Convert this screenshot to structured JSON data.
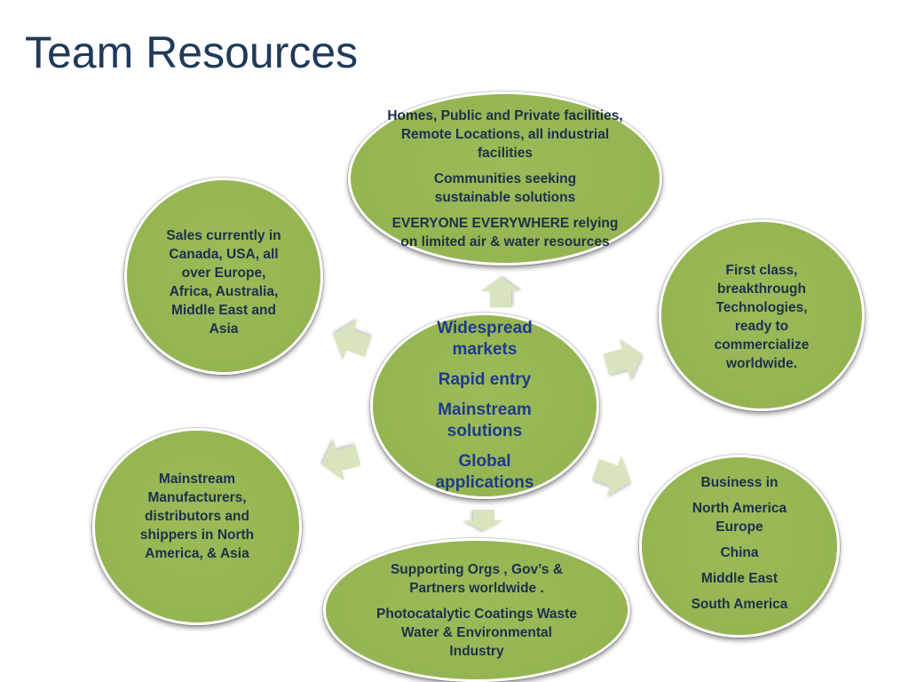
{
  "title": "Team Resources",
  "hub": {
    "lines": [
      "Widespread markets",
      "Rapid entry",
      "Mainstream solutions",
      "Global applications"
    ]
  },
  "nodes": {
    "top": [
      "Homes, Public and Private facilities, Remote Locations, all industrial facilities",
      "Communities seeking sustainable solutions",
      "EVERYONE EVERYWHERE relying on limited air & water resources"
    ],
    "upper_left": [
      "Sales currently in Canada, USA, all over Europe, Africa, Australia, Middle East and Asia"
    ],
    "upper_right": [
      "First class, breakthrough Technologies, ready to commercialize worldwide."
    ],
    "lower_left": [
      "Mainstream Manufacturers, distributors and shippers in North America, & Asia"
    ],
    "lower_right": [
      "Business in",
      "North America Europe",
      "China",
      "Middle East",
      "South America"
    ],
    "bottom": [
      "Supporting  Orgs , Gov’s & Partners worldwide .",
      "Photocatalytic  Coatings Waste Water  & Environmental Industry"
    ]
  },
  "colors": {
    "node_fill": "#9bbb59",
    "arrow_fill": "#d7e4bd",
    "title": "#1f3a5a",
    "node_text": "#1f2f4a",
    "hub_text": "#1f3a8a"
  }
}
